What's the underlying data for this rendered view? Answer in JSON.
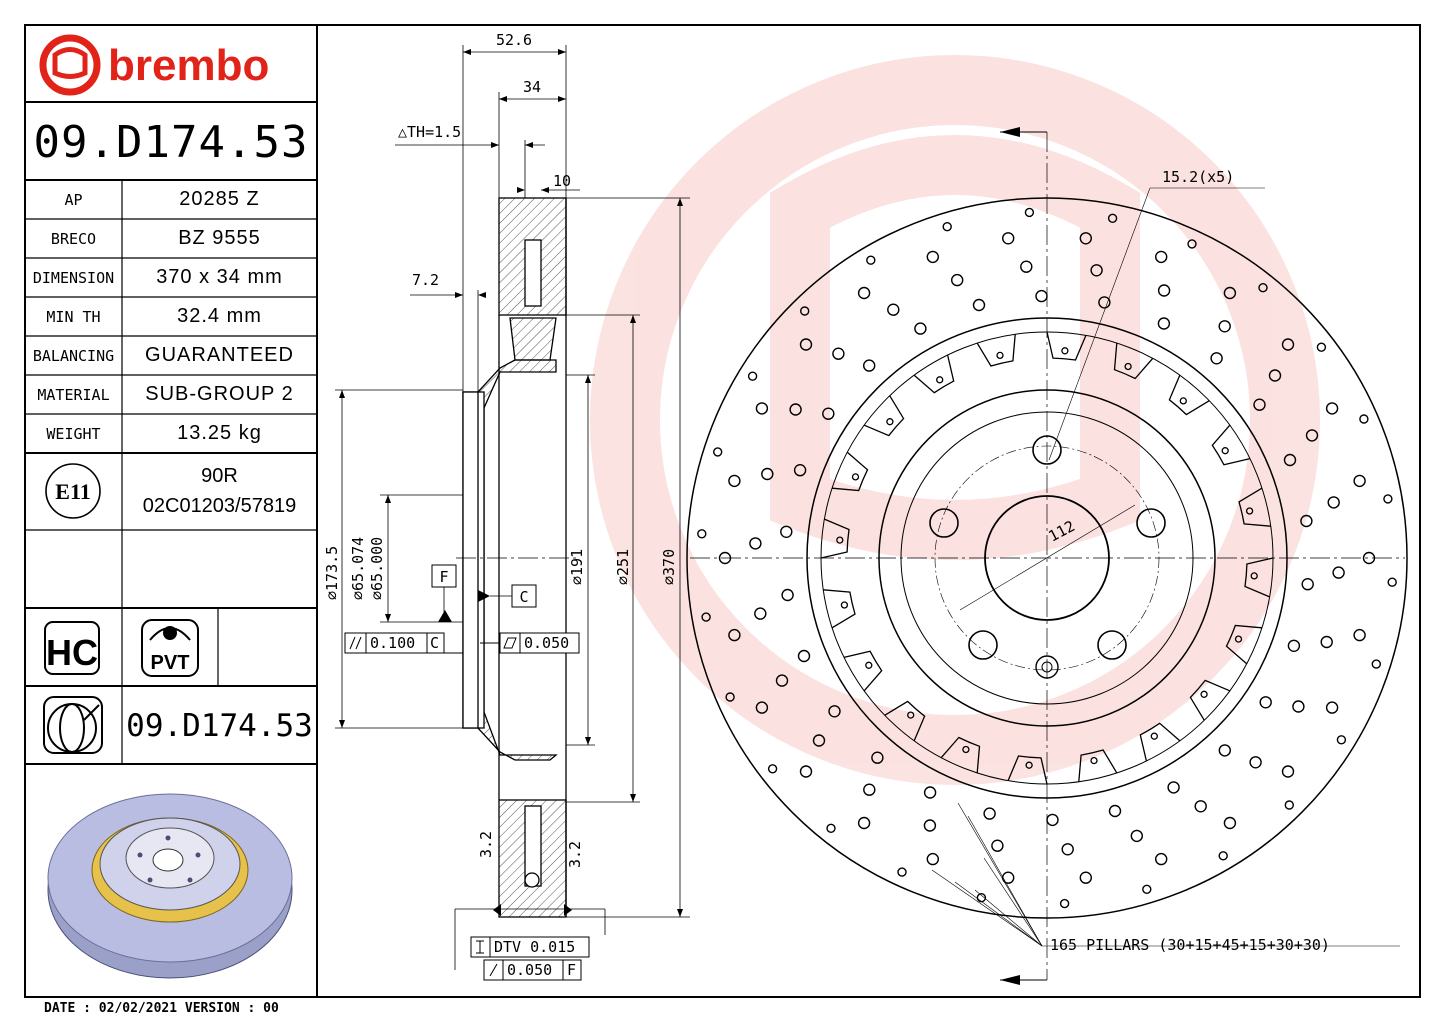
{
  "brand": {
    "name": "brembo",
    "color": "#e2231a"
  },
  "part_number": "09.D174.53",
  "specs": [
    {
      "label": "AP",
      "value": "20285 Z"
    },
    {
      "label": "BRECO",
      "value": "BZ 9555"
    },
    {
      "label": "DIMENSION",
      "value": "370 x 34 mm"
    },
    {
      "label": "MIN TH",
      "value": "32.4 mm"
    },
    {
      "label": "BALANCING",
      "value": "GUARANTEED"
    },
    {
      "label": "MATERIAL",
      "value": "SUB-GROUP 2"
    },
    {
      "label": "WEIGHT",
      "value": "13.25 kg"
    }
  ],
  "homologation": {
    "mark": "E11",
    "line1": "90R",
    "line2": "02C01203/57819"
  },
  "badges": {
    "hc": "HC",
    "pvt": "PVT"
  },
  "footer": "DATE : 02/02/2021 VERSION : 00",
  "section_dims": {
    "overall_width": "52.6",
    "thickness": "34",
    "th_delta": "△TH=1.5",
    "vane": "10",
    "hat_offset": "7.2",
    "d_173": "⌀173.5",
    "d_65_074": "⌀65.074",
    "d_65_000": "⌀65.000",
    "d_191": "⌀191",
    "d_251": "⌀251",
    "d_370": "⌀370",
    "datum_f": "F",
    "datum_c": "C",
    "parallel_tol": "0.100",
    "parallel_ref": "C",
    "flat_tol": "0.050",
    "dtv": "DTV 0.015",
    "runout_tol": "0.050",
    "runout_ref": "F",
    "rough_1": "3.2",
    "rough_2": "3.2"
  },
  "front_view": {
    "bolt_holes": "15.2(x5)",
    "pcd": "112",
    "pillars": "165 PILLARS (30+15+45+15+30+30)"
  }
}
